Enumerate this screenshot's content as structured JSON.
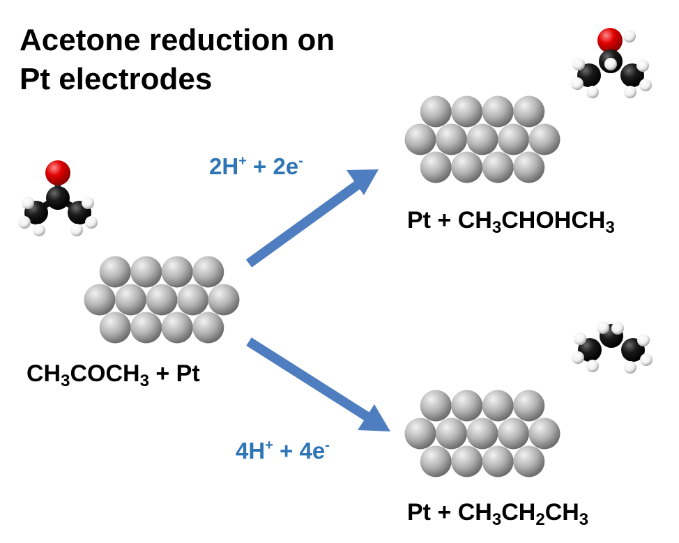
{
  "title": {
    "line1": "Acetone reduction on",
    "line2": "Pt electrodes"
  },
  "reactant": {
    "formula_parts": [
      "CH",
      "3",
      "COCH",
      "3",
      " + Pt"
    ]
  },
  "upper_reaction": {
    "conditions": [
      "2H",
      "+",
      " + 2e",
      "-"
    ],
    "product_parts": [
      "Pt + CH",
      "3",
      "CHOHCH",
      "3"
    ]
  },
  "lower_reaction": {
    "conditions": [
      "4H",
      "+",
      " + 4e",
      "-"
    ],
    "product_parts": [
      "Pt + CH",
      "3",
      "CH",
      "2",
      "CH",
      "3"
    ]
  },
  "colors": {
    "arrow": "#4f7ec0",
    "condition_text": "#2e75b6",
    "pt_atom": "#b4b4b4",
    "carbon": "#111111",
    "oxygen": "#e00000",
    "hydrogen": "#ffffff"
  },
  "molecules": [
    "acetone",
    "isopropanol",
    "propane"
  ]
}
